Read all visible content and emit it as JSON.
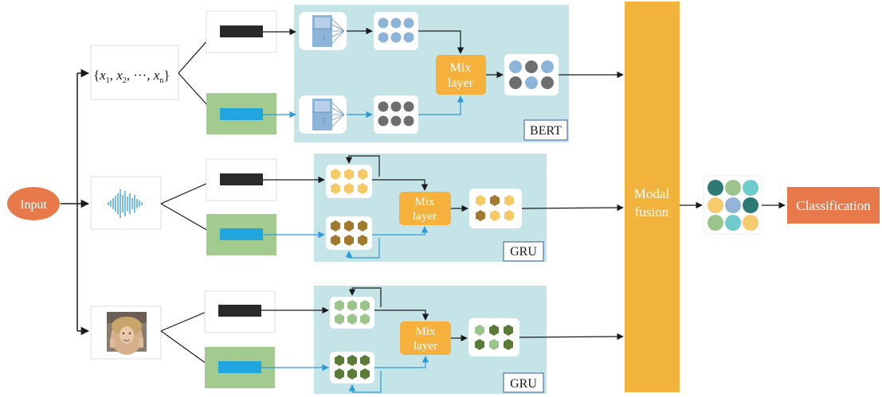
{
  "input": {
    "label": "Input",
    "color": "#E8794A"
  },
  "text_sequence": {
    "open": "{",
    "x1": "x",
    "s1": "1",
    "c1": ", ",
    "x2": "x",
    "s2": "2",
    "c2": ", ",
    "dots": "···, ",
    "xn": "x",
    "sn": "n",
    "close": "}"
  },
  "modules": [
    {
      "name": "BERT",
      "mix_line1": "Mix",
      "mix_line2": "layer"
    },
    {
      "name": "GRU",
      "mix_line1": "Mix",
      "mix_line2": "layer"
    },
    {
      "name": "GRU",
      "mix_line1": "Mix",
      "mix_line2": "layer"
    }
  ],
  "fusion": {
    "line1": "Modal",
    "line2": "fusion",
    "color": "#F2B33D"
  },
  "output": {
    "label": "Classification",
    "color": "#E8794A"
  },
  "colors": {
    "panel": "#C4E4E8",
    "green_box": "#A3CB8F",
    "bar_blue": "#21A5DE",
    "bar_dark": "#2A2A2A",
    "mix": "#F5B13C",
    "arrow_blue": "#2A9BD8",
    "text_circle_a": "#8CB4D8",
    "text_circle_b": "#6E6E6E",
    "audio_hex_a": "#F5C963",
    "audio_hex_b": "#A27A2E",
    "video_hex_a": "#9CC58D",
    "video_hex_b": "#5A7A38",
    "fused": [
      "#2D7A74",
      "#9BC48D",
      "#6DCBCB",
      "#F5CB6E",
      "#93B4D6",
      "#2D7A74",
      "#9BC48D",
      "#6DCBCB",
      "#F5CB6E"
    ]
  }
}
